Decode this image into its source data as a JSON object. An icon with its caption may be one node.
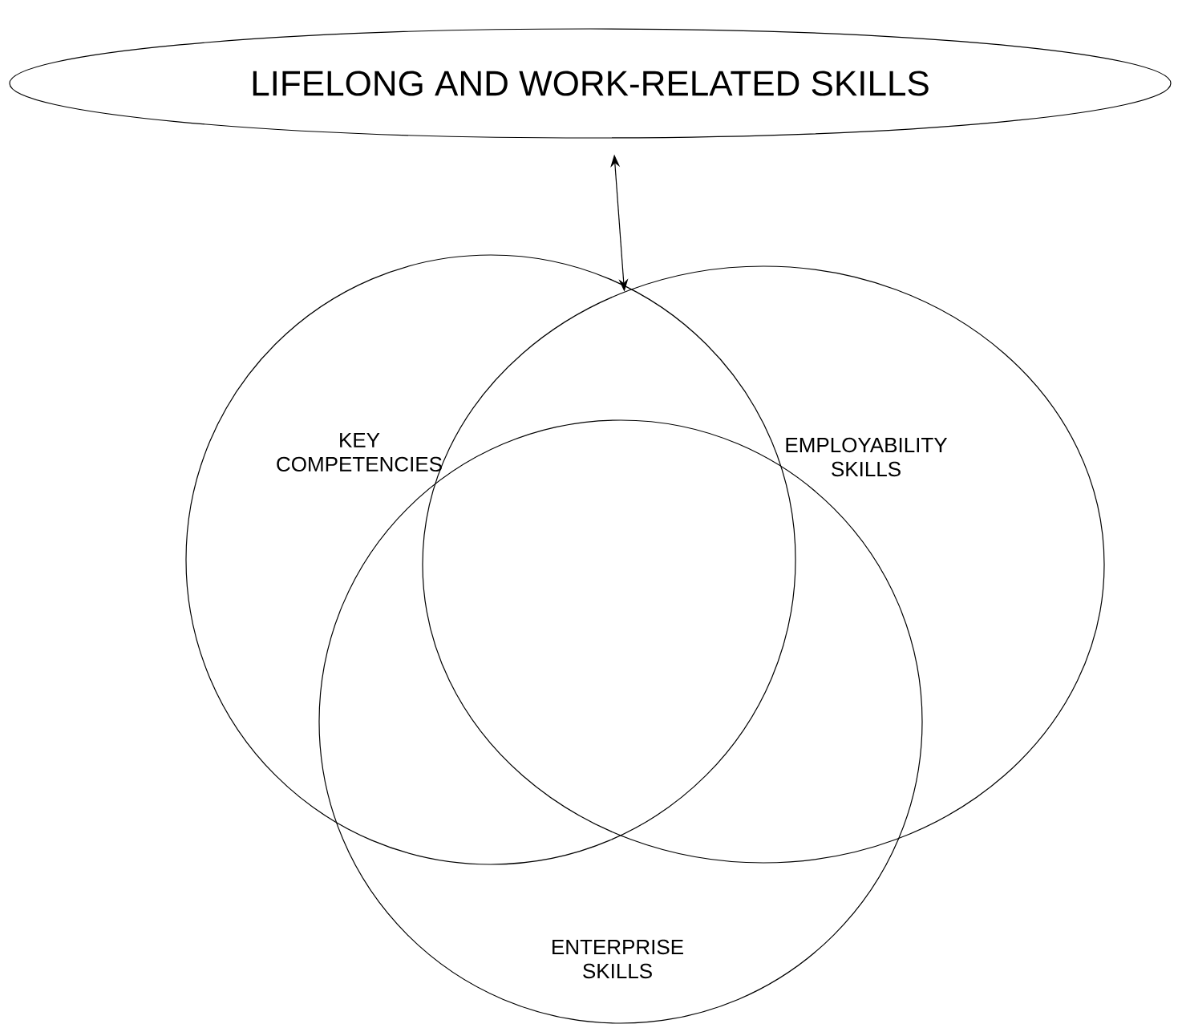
{
  "diagram": {
    "nodes": [
      {
        "text": [
          "LIFELONG AND WORK-RELATED SKILLS"
        ]
      },
      {
        "text": [
          "KEY COMPETENCIES"
        ]
      },
      {
        "text": [
          "EMPLOYABILITY SKILLS"
        ]
      },
      {
        "text": [
          "ENTERPRISE SKILLS"
        ]
      }
    ],
    "edges": [
      {
        "from": 0,
        "to": 2,
        "arrow": "both"
      }
    ]
  }
}
